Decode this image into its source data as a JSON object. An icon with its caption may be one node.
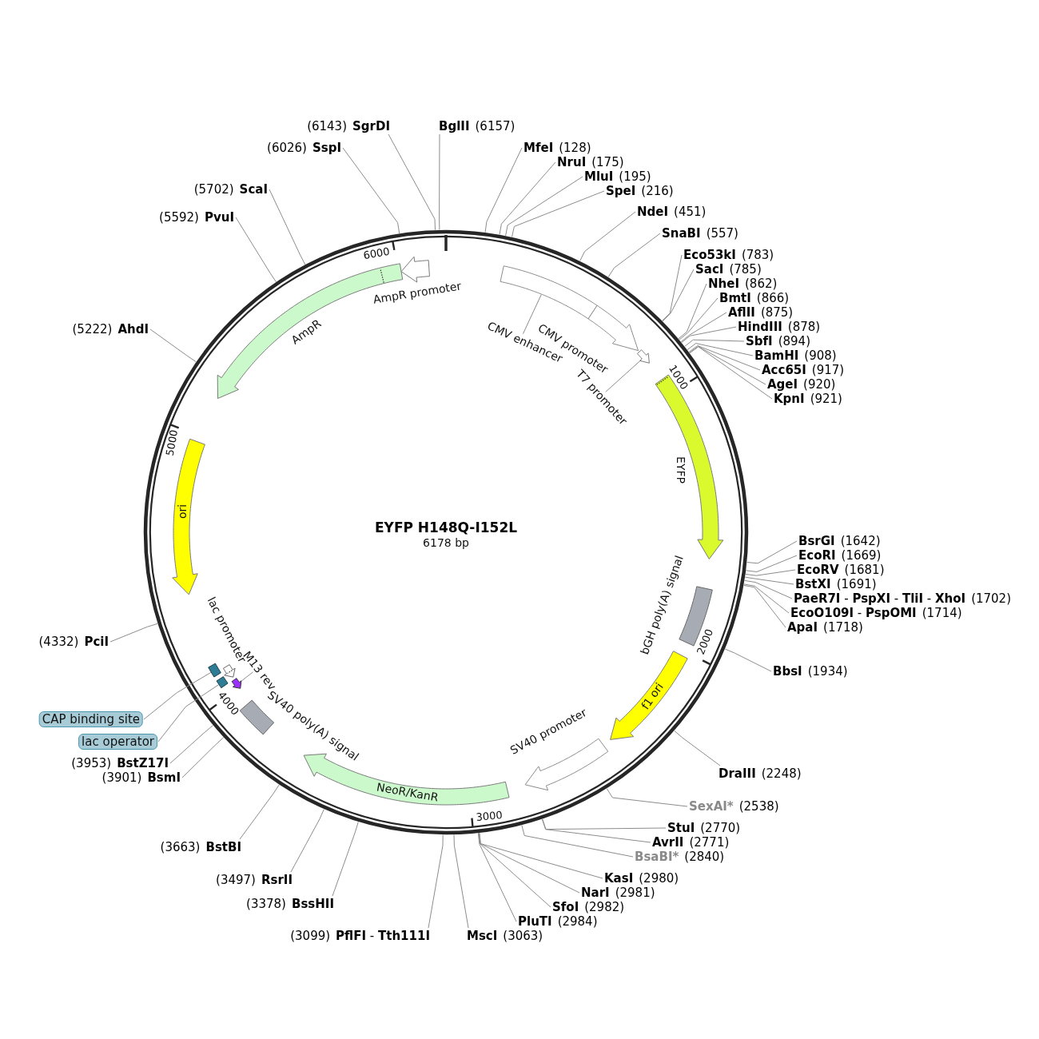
{
  "diagram": {
    "title": "EYFP H148Q-I152L",
    "nodes": [
      {
        "text": [],
        "shape": "bar"
      },
      {
        "text": [
          "CMV enhancer"
        ]
      },
      {
        "text": [],
        "shape": "arrow",
        "beside": [
          "CMV promoter"
        ]
      },
      {
        "text": [],
        "shape": "arrow"
      },
      {
        "text": [
          "T7 promoter"
        ]
      },
      {
        "text": [],
        "shape": "arrow",
        "beside": [
          "EYFP"
        ]
      },
      {
        "text": [],
        "shape": "bar",
        "beside": [
          "bGH poly(A) signal"
        ]
      },
      {
        "text": [
          "f1 ori"
        ]
      },
      {
        "text": [],
        "shape": "arrow",
        "beside": [
          "SV40 promoter"
        ]
      },
      {
        "text": [
          "NeoR/KanR"
        ]
      },
      {
        "text": [],
        "shape": "bar",
        "beside": [
          "SV40 poly(A) signal"
        ]
      },
      {
        "text": [],
        "shape": "arrow"
      },
      {
        "text": [
          "M13 rev"
        ]
      },
      {
        "text": [],
        "shape": "bar"
      },
      {
        "text": [],
        "shape": "arrow",
        "beside": [
          "lac promoter"
        ]
      },
      {
        "text": [],
        "shape": "bar"
      },
      {
        "text": [
          "ori"
        ]
      },
      {
        "text": [],
        "shape": "arrow",
        "beside": [
          "AmpR"
        ]
      },
      {
        "text": [],
        "shape": "arrow",
        "beside": [
          "AmpR promoter"
        ]
      },
      {
        "text": [
          "CAP binding site"
        ]
      },
      {
        "text": [
          "lac operator"
        ]
      },
      {
        "text": [
          "MfeI",
          "(128)"
        ]
      },
      {
        "text": [
          "NruI",
          "(175)"
        ]
      },
      {
        "text": [
          "MluI",
          "(195)"
        ]
      },
      {
        "text": [
          "SpeI",
          "(216)"
        ]
      },
      {
        "text": [
          "NdeI",
          "(451)"
        ]
      },
      {
        "text": [
          "SnaBI",
          "(557)"
        ]
      },
      {
        "text": [
          "Eco53kI",
          "(783)"
        ]
      },
      {
        "text": [
          "SacI",
          "(785)"
        ]
      },
      {
        "text": [
          "NheI",
          "(862)"
        ]
      },
      {
        "text": [
          "BmtI",
          "(866)"
        ]
      },
      {
        "text": [
          "AflII",
          "(875)"
        ]
      },
      {
        "text": [
          "HindIII",
          "(878)"
        ]
      },
      {
        "text": [
          "SbfI",
          "(894)"
        ]
      },
      {
        "text": [
          "BamHI",
          "(908)"
        ]
      },
      {
        "text": [
          "Acc65I",
          "(917)"
        ]
      },
      {
        "text": [
          "AgeI",
          "(920)"
        ]
      },
      {
        "text": [
          "KpnI",
          "(921)"
        ]
      },
      {
        "text": [
          "BsrGI",
          "(1642)"
        ]
      },
      {
        "text": [
          "EcoRI",
          "(1669)"
        ]
      },
      {
        "text": [
          "EcoRV",
          "(1681)"
        ]
      },
      {
        "text": [
          "BstXI",
          "(1691)"
        ]
      },
      {
        "text": [
          "**PaeR7I** - **PspXI** - **TliI** - **XhoI**",
          "(1702)"
        ]
      },
      {
        "text": [
          "**EcoO109I** - **PspOMI**",
          "(1714)"
        ]
      },
      {
        "text": [
          "ApaI",
          "(1718)"
        ]
      },
      {
        "text": [
          "BbsI",
          "(1934)"
        ]
      },
      {
        "text": [
          "DraIII",
          "(2248)"
        ]
      },
      {
        "text": [
          "SexAI*",
          "(2538)"
        ]
      },
      {
        "text": [
          "StuI",
          "(2770)"
        ]
      },
      {
        "text": [
          "AvrII",
          "(2771)"
        ]
      },
      {
        "text": [
          "BsaBI*",
          "(2840)"
        ]
      },
      {
        "text": [
          "KasI",
          "(2980)"
        ]
      },
      {
        "text": [
          "NarI",
          "(2981)"
        ]
      },
      {
        "text": [
          "SfoI",
          "(2982)"
        ]
      },
      {
        "text": [
          "PluTI",
          "(2984)"
        ]
      },
      {
        "text": [
          "MscI",
          "(3063)"
        ]
      },
      {
        "text": [
          "(3099)",
          "**PflFI** - **Tth111I**"
        ]
      },
      {
        "text": [
          "(3378)",
          "BssHII"
        ]
      },
      {
        "text": [
          "(3497)",
          "RsrII"
        ]
      },
      {
        "text": [
          "(3663)",
          "BstBI"
        ]
      },
      {
        "text": [
          "(3901)",
          "BsmI"
        ]
      },
      {
        "text": [
          "(3953)",
          "BstZ17I"
        ]
      },
      {
        "text": [
          "(4332)",
          "PciI"
        ]
      },
      {
        "text": [
          "(5222)",
          "AhdI"
        ]
      },
      {
        "text": [
          "(5592)",
          "PvuI"
        ]
      },
      {
        "text": [
          "(5702)",
          "ScaI"
        ]
      },
      {
        "text": [
          "(6026)",
          "SspI"
        ]
      },
      {
        "text": [
          "(6143)",
          "SgrDI"
        ]
      },
      {
        "text": [
          "BglII",
          "(6157)"
        ]
      }
    ],
    "edges": [
      {
        "from": 1,
        "to": 0,
        "arrow": "none"
      },
      {
        "from": 4,
        "to": 3,
        "arrow": "none"
      },
      {
        "from": 12,
        "to": 11,
        "arrow": "none"
      },
      {
        "from": 19,
        "to": 15,
        "arrow": "none"
      },
      {
        "from": 20,
        "to": 13,
        "arrow": "none"
      },
      {
        "from": 21,
        "to": null,
        "arrow": "none"
      },
      {
        "from": 22,
        "to": null,
        "arrow": "none"
      },
      {
        "from": 23,
        "to": null,
        "arrow": "none"
      },
      {
        "from": 24,
        "to": null,
        "arrow": "none"
      },
      {
        "from": 25,
        "to": null,
        "arrow": "none"
      },
      {
        "from": 26,
        "to": null,
        "arrow": "none"
      },
      {
        "from": 27,
        "to": null,
        "arrow": "none"
      },
      {
        "from": 28,
        "to": null,
        "arrow": "none"
      },
      {
        "from": 29,
        "to": null,
        "arrow": "none"
      },
      {
        "from": 30,
        "to": null,
        "arrow": "none"
      },
      {
        "from": 31,
        "to": null,
        "arrow": "none"
      },
      {
        "from": 32,
        "to": null,
        "arrow": "none"
      },
      {
        "from": 33,
        "to": null,
        "arrow": "none"
      },
      {
        "from": 34,
        "to": null,
        "arrow": "none"
      },
      {
        "from": 35,
        "to": null,
        "arrow": "none"
      },
      {
        "from": 36,
        "to": null,
        "arrow": "none"
      },
      {
        "from": 37,
        "to": null,
        "arrow": "none"
      },
      {
        "from": 38,
        "to": null,
        "arrow": "none"
      },
      {
        "from": 39,
        "to": null,
        "arrow": "none"
      },
      {
        "from": 40,
        "to": null,
        "arrow": "none"
      },
      {
        "from": 41,
        "to": null,
        "arrow": "none"
      },
      {
        "from": 42,
        "to": null,
        "arrow": "none"
      },
      {
        "from": 43,
        "to": null,
        "arrow": "none"
      },
      {
        "from": 44,
        "to": null,
        "arrow": "none"
      },
      {
        "from": 45,
        "to": null,
        "arrow": "none"
      },
      {
        "from": 46,
        "to": null,
        "arrow": "none"
      },
      {
        "from": 47,
        "to": null,
        "arrow": "none"
      },
      {
        "from": 48,
        "to": null,
        "arrow": "none"
      },
      {
        "from": 49,
        "to": null,
        "arrow": "none"
      },
      {
        "from": 50,
        "to": null,
        "arrow": "none"
      },
      {
        "from": 51,
        "to": null,
        "arrow": "none"
      },
      {
        "from": 52,
        "to": null,
        "arrow": "none"
      },
      {
        "from": 53,
        "to": null,
        "arrow": "none"
      },
      {
        "from": 54,
        "to": null,
        "arrow": "none"
      },
      {
        "from": 55,
        "to": null,
        "arrow": "none"
      },
      {
        "from": 56,
        "to": null,
        "arrow": "none"
      },
      {
        "from": 57,
        "to": null,
        "arrow": "none"
      },
      {
        "from": 58,
        "to": null,
        "arrow": "none"
      },
      {
        "from": 59,
        "to": null,
        "arrow": "none"
      },
      {
        "from": 60,
        "to": null,
        "arrow": "none"
      },
      {
        "from": 61,
        "to": null,
        "arrow": "none"
      },
      {
        "from": 62,
        "to": null,
        "arrow": "none"
      },
      {
        "from": 63,
        "to": null,
        "arrow": "none"
      },
      {
        "from": 64,
        "to": null,
        "arrow": "none"
      },
      {
        "from": 65,
        "to": null,
        "arrow": "none"
      },
      {
        "from": 66,
        "to": null,
        "arrow": "none"
      },
      {
        "from": 67,
        "to": null,
        "arrow": "none"
      },
      {
        "from": 68,
        "to": null,
        "arrow": "none"
      }
    ],
    "labels": [
      "6000",
      "1000",
      "5000",
      "6178 bp",
      "2000",
      "4000",
      "3000"
    ]
  }
}
